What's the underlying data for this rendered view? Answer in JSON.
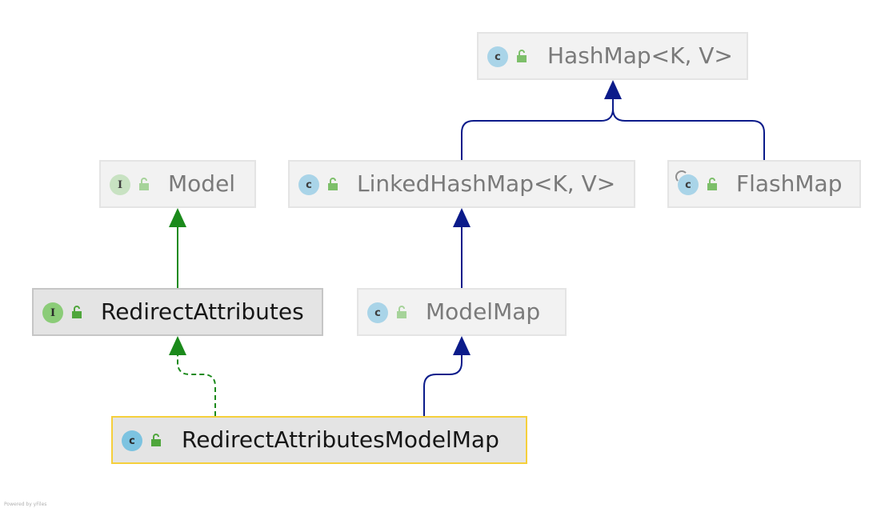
{
  "nodes": {
    "hashmap": {
      "badge": "c",
      "name": "HashMap<K, V>"
    },
    "model": {
      "badge": "I",
      "name": "Model"
    },
    "linkedhashmap": {
      "badge": "c",
      "name": "LinkedHashMap<K, V>"
    },
    "flashmap": {
      "badge": "c",
      "name": "FlashMap"
    },
    "redirectattributes": {
      "badge": "I",
      "name": "RedirectAttributes"
    },
    "modelmap": {
      "badge": "c",
      "name": "ModelMap"
    },
    "redirectattributesmodelmap": {
      "badge": "c",
      "name": "RedirectAttributesModelMap"
    }
  },
  "edges": [
    {
      "from": "LinkedHashMap<K, V>",
      "to": "HashMap<K, V>",
      "kind": "extends"
    },
    {
      "from": "FlashMap",
      "to": "HashMap<K, V>",
      "kind": "extends"
    },
    {
      "from": "ModelMap",
      "to": "LinkedHashMap<K, V>",
      "kind": "extends"
    },
    {
      "from": "RedirectAttributes",
      "to": "Model",
      "kind": "extends"
    },
    {
      "from": "RedirectAttributesModelMap",
      "to": "ModelMap",
      "kind": "extends"
    },
    {
      "from": "RedirectAttributesModelMap",
      "to": "RedirectAttributes",
      "kind": "implements"
    }
  ],
  "colors": {
    "extends_class": "#0b1b8a",
    "interface_edge": "#1b8a1b",
    "selected_border": "#f5cf3c"
  },
  "footer": {
    "credit": "Powered by yFiles"
  }
}
